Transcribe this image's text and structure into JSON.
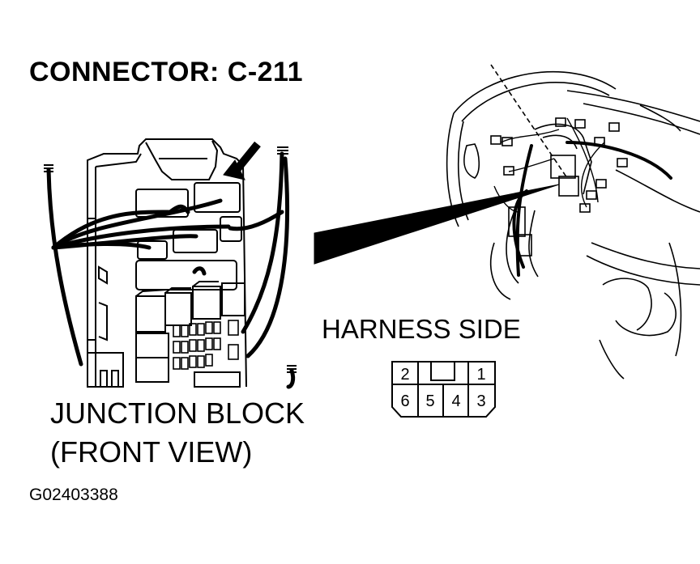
{
  "diagram": {
    "title": "CONNECTOR: C-211",
    "harness_label": "HARNESS SIDE",
    "junction_label_line1": "JUNCTION BLOCK",
    "junction_label_line2": "(FRONT VIEW)",
    "figure_code": "G02403388",
    "connector_pins": {
      "top_row": [
        "2",
        "",
        "1"
      ],
      "bottom_row": [
        "6",
        "5",
        "4",
        "3"
      ]
    },
    "colors": {
      "ink": "#000000",
      "background": "#ffffff"
    }
  }
}
